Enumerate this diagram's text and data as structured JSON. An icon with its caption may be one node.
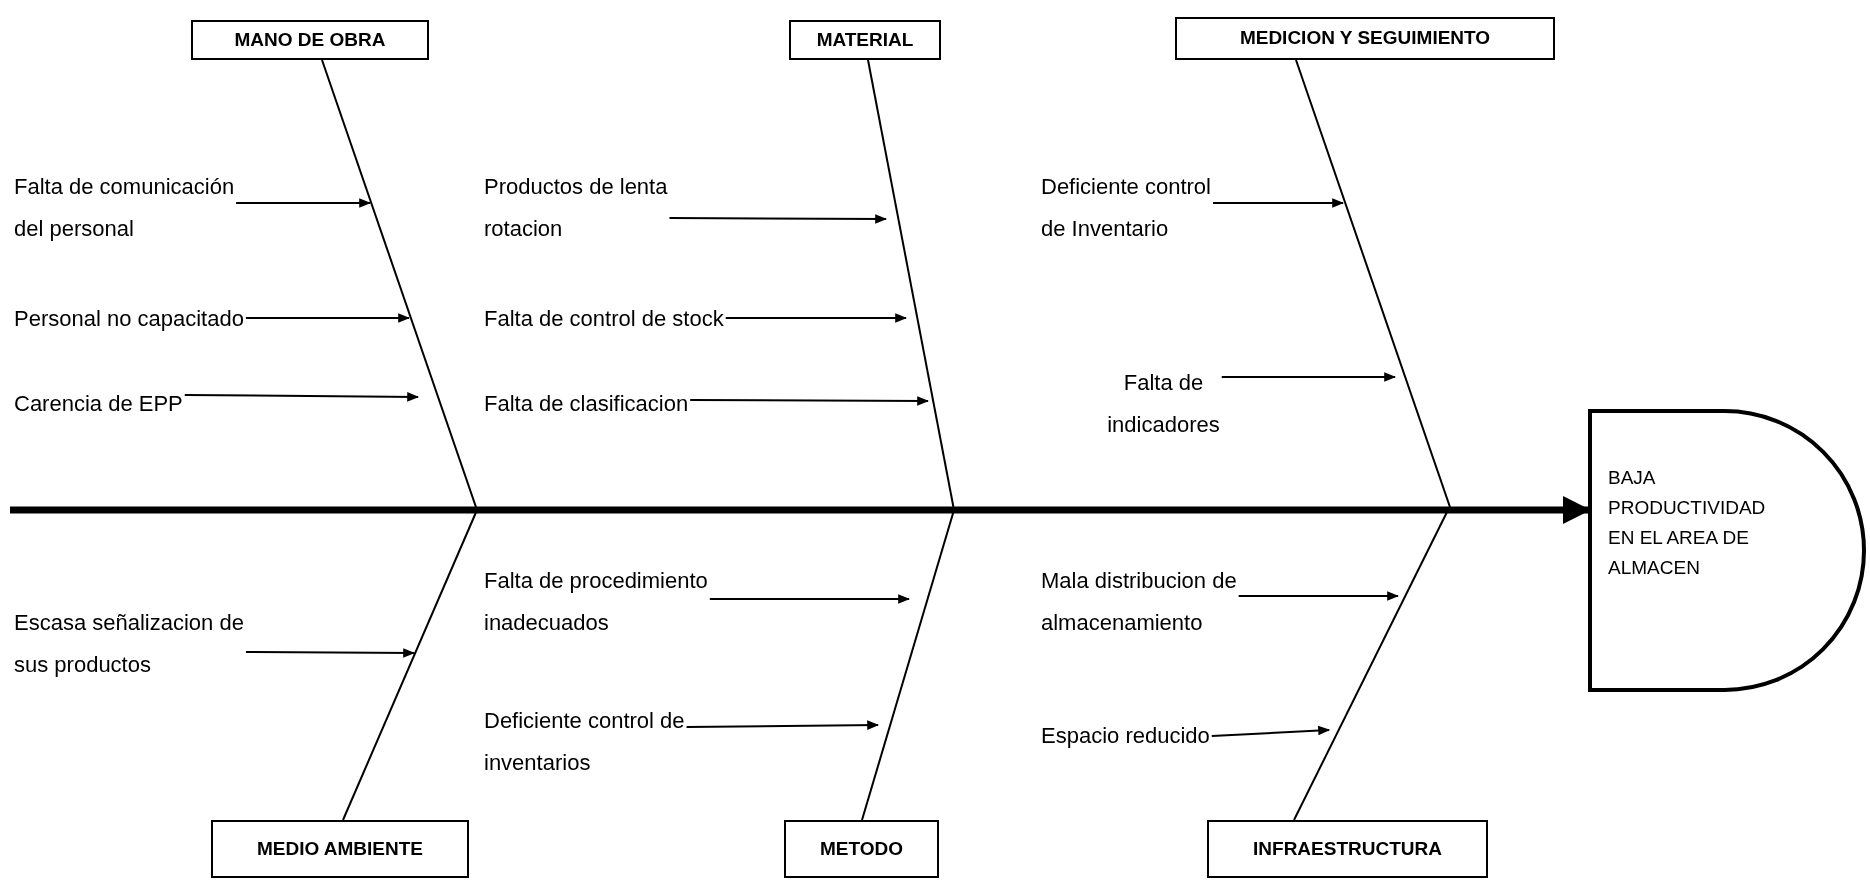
{
  "diagram": {
    "nodes": [
      {
        "text": [
          "MANO DE OBRA"
        ]
      },
      {
        "text": [
          "MATERIAL"
        ]
      },
      {
        "text": [
          "MEDICION Y SEGUIMIENTO"
        ]
      },
      {
        "text": [
          "Falta de comunicación del personal"
        ]
      },
      {
        "text": [
          "Personal no capacitado"
        ]
      },
      {
        "text": [
          "Carencia de EPP"
        ]
      },
      {
        "text": [
          "Productos de lenta rotacion"
        ]
      },
      {
        "text": [
          "Falta de control de stock"
        ]
      },
      {
        "text": [
          "Falta de clasificacion"
        ]
      },
      {
        "text": [
          "Deficiente control de Inventario"
        ]
      },
      {
        "text": [
          "Falta de indicadores"
        ]
      },
      {
        "text": [
          "BAJA PRODUCTIVIDAD EN EL AREA DE ALMACEN"
        ]
      },
      {
        "text": [
          "Escasa señalizacion de sus productos"
        ]
      },
      {
        "text": [
          "Falta de procedimiento inadecuados"
        ]
      },
      {
        "text": [
          "Deficiente control de inventarios"
        ]
      },
      {
        "text": [
          "Mala distribucion de almacenamiento"
        ]
      },
      {
        "text": [
          "Espacio reducido"
        ]
      },
      {
        "text": [
          "MEDIO AMBIENTE"
        ]
      },
      {
        "text": [
          "METODO"
        ]
      },
      {
        "text": [
          "INFRAESTRUCTURA"
        ]
      }
    ],
    "edges": [
      {
        "from": 0,
        "to": null,
        "arrow": "none"
      },
      {
        "from": 1,
        "to": null,
        "arrow": "none"
      },
      {
        "from": 2,
        "to": null,
        "arrow": "none"
      },
      {
        "from": 17,
        "to": null,
        "arrow": "none"
      },
      {
        "from": 18,
        "to": null,
        "arrow": "none"
      },
      {
        "from": 19,
        "to": null,
        "arrow": "none"
      },
      {
        "from": null,
        "to": 11,
        "arrow": "to",
        "style": "thick"
      },
      {
        "from": 3,
        "to": null,
        "arrow": "to"
      },
      {
        "from": 4,
        "to": null,
        "arrow": "to"
      },
      {
        "from": 5,
        "to": null,
        "arrow": "to"
      },
      {
        "from": 6,
        "to": null,
        "arrow": "to"
      },
      {
        "from": 7,
        "to": null,
        "arrow": "to"
      },
      {
        "from": 8,
        "to": null,
        "arrow": "to"
      },
      {
        "from": 9,
        "to": null,
        "arrow": "to"
      },
      {
        "from": 10,
        "to": null,
        "arrow": "to"
      },
      {
        "from": 12,
        "to": null,
        "arrow": "to"
      },
      {
        "from": 13,
        "to": null,
        "arrow": "to"
      },
      {
        "from": 14,
        "to": null,
        "arrow": "to"
      },
      {
        "from": 15,
        "to": null,
        "arrow": "to"
      },
      {
        "from": 16,
        "to": null,
        "arrow": "to"
      }
    ]
  }
}
